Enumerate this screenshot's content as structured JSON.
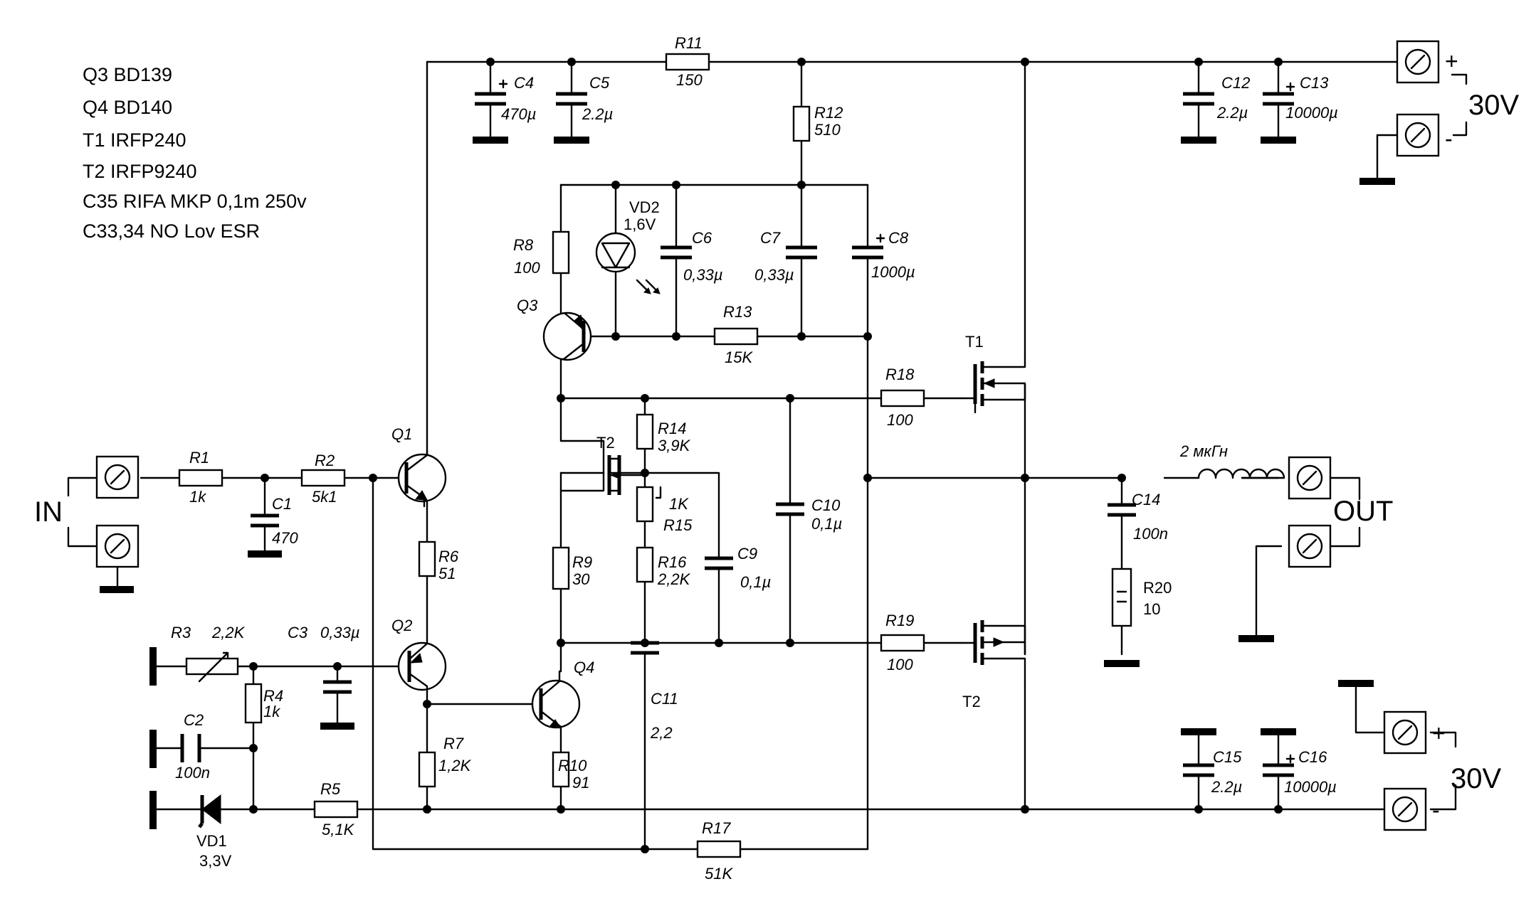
{
  "notes": [
    "Q3   BD139",
    "Q4   BD140",
    "T1  IRFP240",
    "T2  IRFP9240",
    "C35  RIFA MKP 0,1m 250v",
    "C33,34  NO Lov ESR"
  ],
  "terminals": {
    "in": "IN",
    "out": "OUT",
    "supply_top": "30V",
    "supply_bottom": "30V",
    "plus": "+",
    "minus": "-"
  },
  "components": {
    "R1": {
      "ref": "R1",
      "value": "1k"
    },
    "R2": {
      "ref": "R2",
      "value": "5k1"
    },
    "R3": {
      "ref": "R3",
      "value": "2,2K"
    },
    "R4": {
      "ref": "R4",
      "value": "1k"
    },
    "R5": {
      "ref": "R5",
      "value": "5,1K"
    },
    "R6": {
      "ref": "R6",
      "value": "51"
    },
    "R7": {
      "ref": "R7",
      "value": "1,2K"
    },
    "R8": {
      "ref": "R8",
      "value": "100"
    },
    "R9": {
      "ref": "R9",
      "value": "30"
    },
    "R10": {
      "ref": "R10",
      "value": "91"
    },
    "R11": {
      "ref": "R11",
      "value": "150"
    },
    "R12": {
      "ref": "R12",
      "value": "510"
    },
    "R13": {
      "ref": "R13",
      "value": "15K"
    },
    "R14": {
      "ref": "R14",
      "value": "3,9K"
    },
    "R15": {
      "ref": "R15",
      "value": "1K"
    },
    "R16": {
      "ref": "R16",
      "value": "2,2K"
    },
    "R17": {
      "ref": "R17",
      "value": "51K"
    },
    "R18": {
      "ref": "R18",
      "value": "100"
    },
    "R19": {
      "ref": "R19",
      "value": "100"
    },
    "R20": {
      "ref": "R20",
      "value": "10"
    },
    "C1": {
      "ref": "C1",
      "value": "470"
    },
    "C2": {
      "ref": "C2",
      "value": "100n"
    },
    "C3": {
      "ref": "C3",
      "value": "0,33µ"
    },
    "C4": {
      "ref": "C4",
      "value": "470µ"
    },
    "C5": {
      "ref": "C5",
      "value": "2.2µ"
    },
    "C6": {
      "ref": "C6",
      "value": "0,33µ"
    },
    "C7": {
      "ref": "C7",
      "value": "0,33µ"
    },
    "C8": {
      "ref": "C8",
      "value": "1000µ"
    },
    "C9": {
      "ref": "C9",
      "value": "0,1µ"
    },
    "C10": {
      "ref": "C10",
      "value": "0,1µ"
    },
    "C11": {
      "ref": "C11",
      "value": "2,2"
    },
    "C12": {
      "ref": "C12",
      "value": "2.2µ"
    },
    "C13": {
      "ref": "C13",
      "value": "10000µ"
    },
    "C14": {
      "ref": "C14",
      "value": "100n"
    },
    "C15": {
      "ref": "C15",
      "value": "2.2µ"
    },
    "C16": {
      "ref": "C16",
      "value": "10000µ"
    },
    "L1": {
      "value": "2 мкГн"
    },
    "VD1": {
      "ref": "VD1",
      "value": "3,3V"
    },
    "VD2": {
      "ref": "VD2",
      "value": "1,6V"
    },
    "Q1": {
      "ref": "Q1"
    },
    "Q2": {
      "ref": "Q2"
    },
    "Q3": {
      "ref": "Q3"
    },
    "Q4": {
      "ref": "Q4"
    },
    "T1": {
      "ref": "T1"
    },
    "T2": {
      "ref": "T2"
    },
    "T2_driver": {
      "ref": "T2"
    }
  }
}
